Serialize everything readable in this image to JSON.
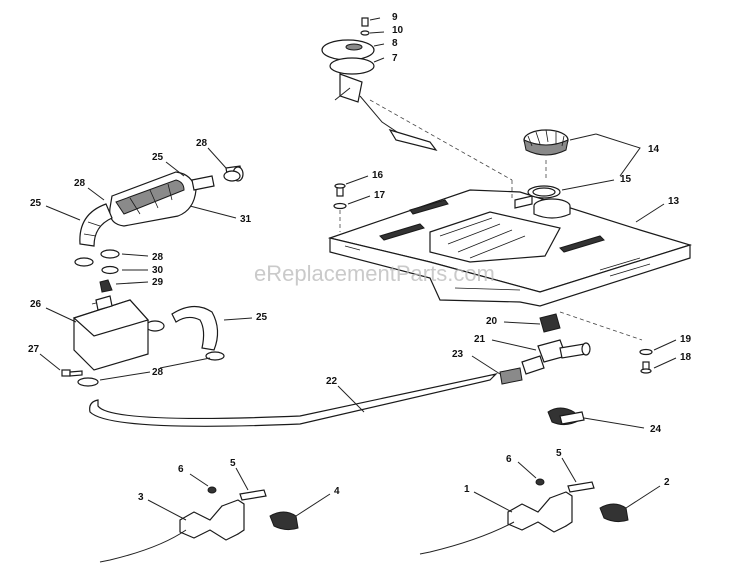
{
  "watermark": "eReplacementParts.com",
  "callouts": [
    {
      "id": "1",
      "label": "1"
    },
    {
      "id": "2",
      "label": "2"
    },
    {
      "id": "3",
      "label": "3"
    },
    {
      "id": "4",
      "label": "4"
    },
    {
      "id": "5a",
      "label": "5"
    },
    {
      "id": "5b",
      "label": "5"
    },
    {
      "id": "6a",
      "label": "6"
    },
    {
      "id": "6b",
      "label": "6"
    },
    {
      "id": "7",
      "label": "7"
    },
    {
      "id": "8",
      "label": "8"
    },
    {
      "id": "9",
      "label": "9"
    },
    {
      "id": "10",
      "label": "10"
    },
    {
      "id": "13",
      "label": "13"
    },
    {
      "id": "14",
      "label": "14"
    },
    {
      "id": "15",
      "label": "15"
    },
    {
      "id": "16",
      "label": "16"
    },
    {
      "id": "17",
      "label": "17"
    },
    {
      "id": "18",
      "label": "18"
    },
    {
      "id": "19",
      "label": "19"
    },
    {
      "id": "20",
      "label": "20"
    },
    {
      "id": "21",
      "label": "21"
    },
    {
      "id": "22",
      "label": "22"
    },
    {
      "id": "23",
      "label": "23"
    },
    {
      "id": "24",
      "label": "24"
    },
    {
      "id": "25a",
      "label": "25"
    },
    {
      "id": "25b",
      "label": "25"
    },
    {
      "id": "25c",
      "label": "25"
    },
    {
      "id": "26",
      "label": "26"
    },
    {
      "id": "27",
      "label": "27"
    },
    {
      "id": "28a",
      "label": "28"
    },
    {
      "id": "28b",
      "label": "28"
    },
    {
      "id": "28c",
      "label": "28"
    },
    {
      "id": "28d",
      "label": "28"
    },
    {
      "id": "29",
      "label": "29"
    },
    {
      "id": "30",
      "label": "30"
    },
    {
      "id": "31",
      "label": "31"
    }
  ]
}
